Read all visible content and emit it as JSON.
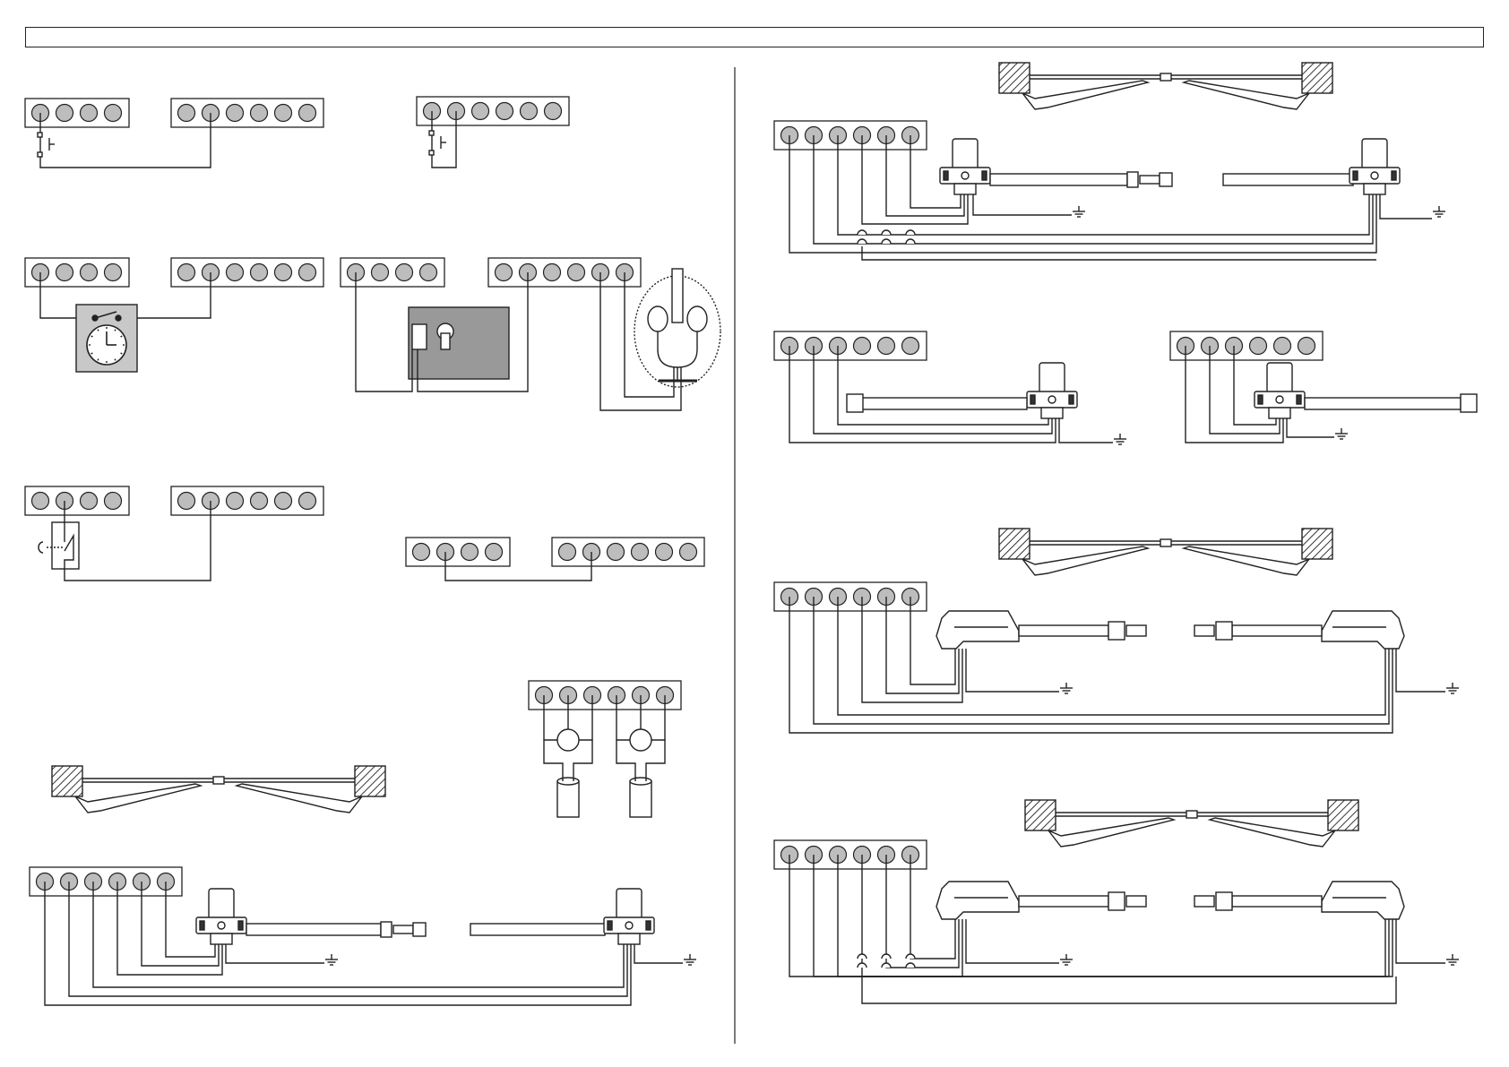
{
  "page": {
    "header_text": ""
  },
  "diagrams": [
    {
      "id": "fig-start-pushbutton",
      "terminal_blocks": [
        4,
        6
      ]
    },
    {
      "id": "fig-pushbutton-single",
      "terminal_blocks": [
        6
      ]
    },
    {
      "id": "fig-timer-clock",
      "terminal_blocks": [
        4,
        6
      ]
    },
    {
      "id": "fig-key-switch-lamp",
      "terminal_blocks": [
        4,
        6
      ]
    },
    {
      "id": "fig-stop-switch",
      "terminal_blocks": [
        4,
        6
      ]
    },
    {
      "id": "fig-jumper-link",
      "terminal_blocks": [
        4,
        6
      ]
    },
    {
      "id": "fig-photocells",
      "terminal_blocks": [
        6
      ]
    },
    {
      "id": "fig-two-motors-inward",
      "terminal_blocks": [
        6
      ],
      "earth_symbols": 2
    },
    {
      "id": "fig-two-motors-top-right",
      "terminal_blocks": [
        6
      ],
      "earth_symbols": 2
    },
    {
      "id": "fig-single-motor-left",
      "terminal_blocks": [
        6
      ],
      "earth_symbols": 1
    },
    {
      "id": "fig-single-motor-right",
      "terminal_blocks": [
        6
      ],
      "earth_symbols": 1
    },
    {
      "id": "fig-two-swing-motors",
      "terminal_blocks": [
        6
      ],
      "earth_symbols": 2
    },
    {
      "id": "fig-two-swing-motors-crossed",
      "terminal_blocks": [
        6
      ],
      "earth_symbols": 2
    }
  ],
  "colors": {
    "line": "#222222",
    "terminal": "#bdbdbd",
    "device": "#c8c8c8",
    "hatch": "#333333"
  }
}
